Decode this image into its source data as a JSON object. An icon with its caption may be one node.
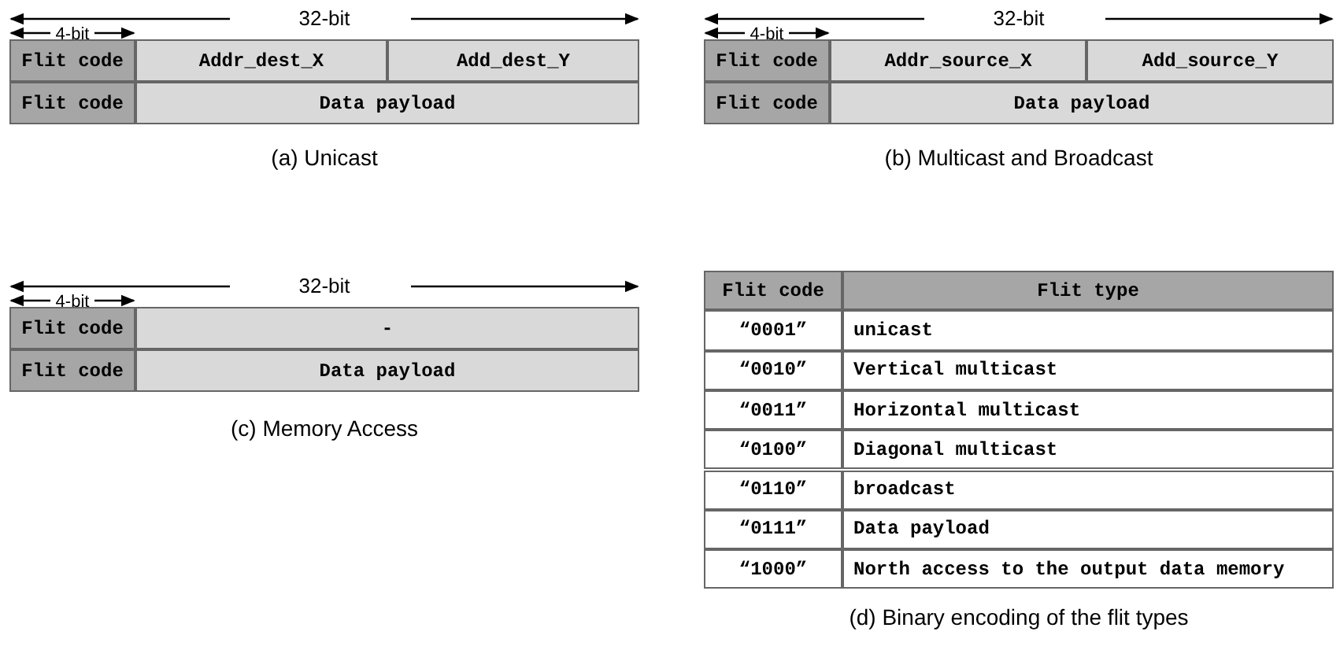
{
  "diagram": {
    "labels": [
      "32-bit",
      "4-bit",
      "Flit code",
      "Addr_dest_X",
      "Add_dest_Y",
      "Flit code",
      "Data payload",
      "(a) Unicast",
      "32-bit",
      "4-bit",
      "Flit code",
      "Addr_source_X",
      "Add_source_Y",
      "Flit code",
      "Data payload",
      "(b) Multicast and Broadcast",
      "32-bit",
      "4-bit",
      "Flit code",
      "-",
      "Flit code",
      "Data payload",
      "(c) Memory Access",
      "Flit code",
      "Flit type",
      "“0001”",
      "unicast",
      "“0010”",
      "Vertical multicast",
      "“0011”",
      "Horizontal multicast",
      "“0100”",
      "Diagonal multicast",
      "“0110”",
      "broadcast",
      "“0111”",
      "Data payload",
      "“1000”",
      "North access to the output data memory",
      "(d) Binary encoding of the flit types"
    ]
  }
}
